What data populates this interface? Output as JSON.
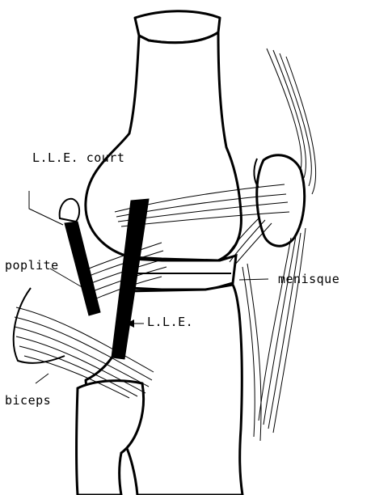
{
  "labels": {
    "lle_court": "L.L.E. court",
    "poplite": "poplite",
    "menisque": "menisque",
    "lle": "L.L.E.",
    "biceps": "biceps"
  },
  "colors": {
    "ink": "#000000",
    "paper": "#ffffff"
  }
}
